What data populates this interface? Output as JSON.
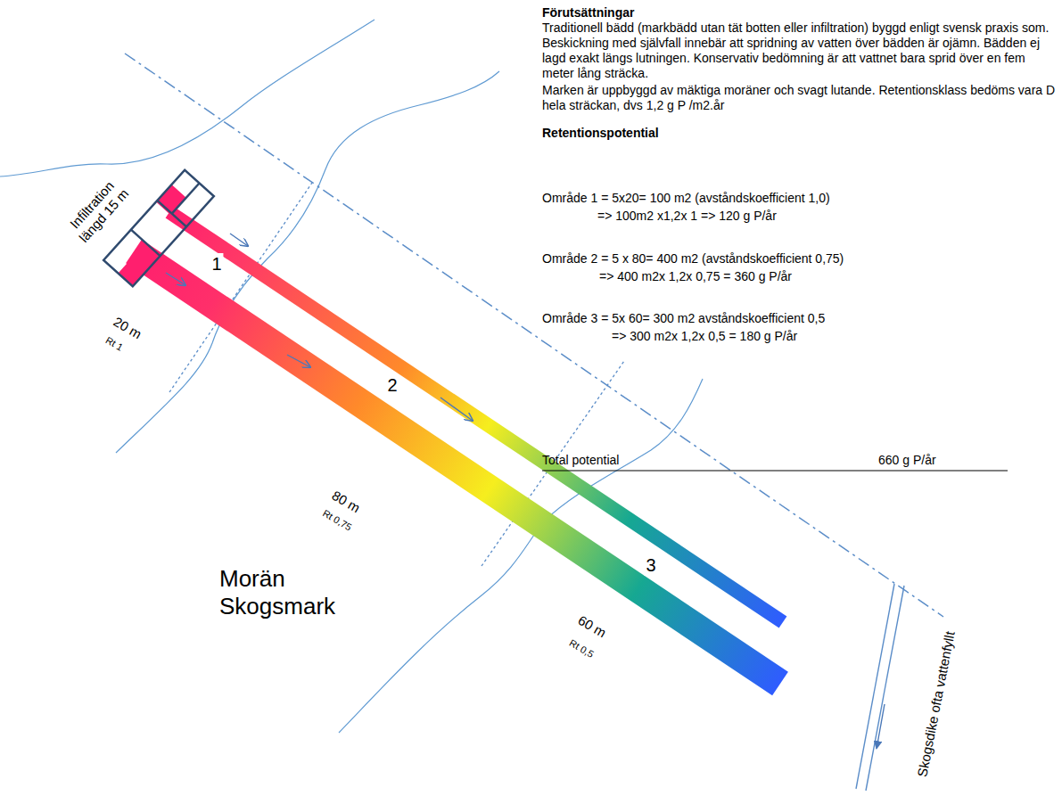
{
  "diagram": {
    "labels": [
      "Förutsättningar",
      "Traditionell bädd (markbädd utan tät botten eller infiltration) byggd enligt svensk praxis som. Beskickning med självfall innebär att spridning av vatten över bädden är ojämn.  Bädden ej lagd exakt längs lutningen.  Konservativ bedömning är att vattnet bara sprid över en fem meter lång sträcka.",
      "Marken är uppbyggd av mäktiga moräner och svagt lutande. Retentionsklass bedöms vara D hela sträckan, dvs  1,2 g P /m2.år",
      "Retentionspotential",
      "Område 1 = 5x20= 100 m2  (avståndskoefficient  1,0)",
      "=> 100m2 x1,2x 1 =>  120 g P/år",
      "Område 2 = 5 x 80= 400 m2  (avståndskoefficient 0,75)",
      "=> 400 m2x 1,2x 0,75 = 360 g P/år",
      "Område 3 = 5x 60= 300 m2 avståndskoefficient 0,5",
      "=> 300 m2x 1,2x 0,5 = 180 g P/år",
      "Total potential",
      "660 g P/år",
      "Infiltration längd 15 m",
      "1",
      "2",
      "3",
      "20 m",
      "Rt 1",
      "80 m",
      "Rt 0,75",
      "60 m",
      "Rt 0,5",
      "Morän Skogsmark",
      "Skogsdike ofta vattenfyllt"
    ]
  }
}
